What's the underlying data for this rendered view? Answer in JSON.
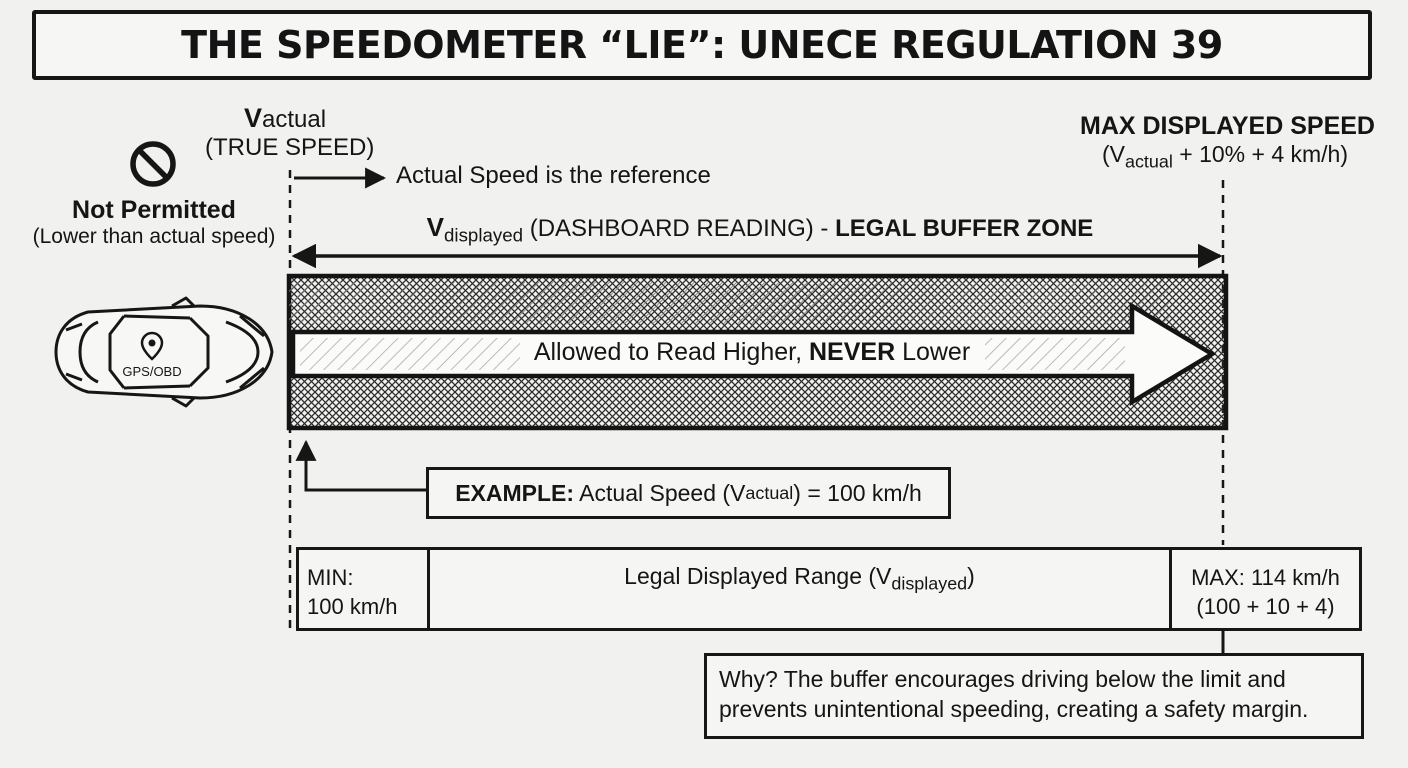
{
  "title": "THE SPEEDOMETER “LIE”: UNECE REGULATION 39",
  "v_actual": {
    "symbol": "V",
    "subscript": "actual",
    "caption": "(TRUE SPEED)"
  },
  "reference_note": "Actual Speed is the reference",
  "not_permitted": {
    "heading": "Not Permitted",
    "detail": "(Lower than actual speed)"
  },
  "max_displayed": {
    "heading": "MAX DISPLAYED SPEED",
    "formula_prefix": "(V",
    "formula_subscript": "actual",
    "formula_suffix": " + 10% + 4 km/h)"
  },
  "buffer_zone": {
    "symbol": "V",
    "subscript": "displayed",
    "middle": " (DASHBOARD READING) - ",
    "emphasis": "LEGAL BUFFER ZONE"
  },
  "arrow_text": {
    "before": "Allowed to Read Higher, ",
    "emphasis": "NEVER",
    "after": " Lower"
  },
  "car_label": "GPS/OBD",
  "example": {
    "label": "EXAMPLE:",
    "text_before": " Actual Speed (V",
    "subscript": "actual",
    "text_after": ") = 100 km/h"
  },
  "range": {
    "min_line1": "MIN:",
    "min_line2": "100 km/h",
    "middle_before": "Legal Displayed Range (V",
    "middle_subscript": "displayed",
    "middle_after": ")",
    "max_line1": "MAX: 114 km/h",
    "max_line2": "(100 + 10 + 4)"
  },
  "why": {
    "line1": "Why? The buffer encourages driving below the limit and",
    "line2": "prevents unintentional speeding, creating a safety margin."
  },
  "colors": {
    "ink": "#161616",
    "paper": "#f1f1ef",
    "hatch_light": "#777777",
    "hatch_dark": "#2a2a2a"
  }
}
